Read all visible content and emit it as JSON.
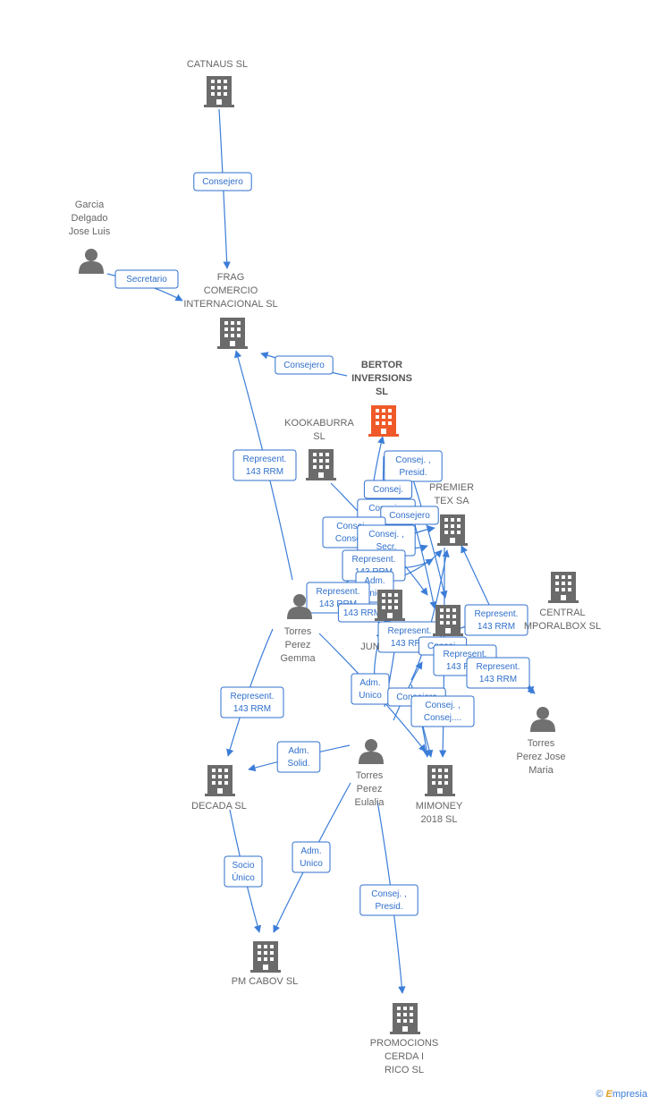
{
  "colors": {
    "edge": "#3b7dd8",
    "company": "#6b6b6b",
    "focus_company": "#f05a28",
    "person": "#707070"
  },
  "nodes": [
    {
      "id": "catnaus",
      "type": "company",
      "label": [
        "CATNAUS SL"
      ]
    },
    {
      "id": "garcia",
      "type": "person",
      "label": [
        "Garcia",
        "Delgado",
        "Jose Luis"
      ]
    },
    {
      "id": "frag",
      "type": "company",
      "label": [
        "FRAG",
        "COMERCIO",
        "INTERNACIONAL SL"
      ]
    },
    {
      "id": "bertor",
      "type": "company",
      "focus": true,
      "label": [
        "BERTOR",
        "INVERSIONS",
        "SL"
      ]
    },
    {
      "id": "kookaburra",
      "type": "company",
      "label": [
        "KOOKABURRA",
        "SL"
      ]
    },
    {
      "id": "premier",
      "type": "company",
      "label": [
        "PREMIER",
        "TEX SA"
      ]
    },
    {
      "id": "central",
      "type": "company",
      "label": [
        "CENTRAL",
        "MPORALBOX SL"
      ]
    },
    {
      "id": "jun",
      "type": "company",
      "label": [
        "JUN"
      ]
    },
    {
      "id": "mid",
      "type": "company",
      "label": []
    },
    {
      "id": "gemma",
      "type": "person",
      "label": [
        "Torres",
        "Perez",
        "Gemma"
      ]
    },
    {
      "id": "josemaria",
      "type": "person",
      "label": [
        "Torres",
        "Perez Jose",
        "Maria"
      ]
    },
    {
      "id": "eulalia",
      "type": "person",
      "label": [
        "Torres",
        "Perez",
        "Eulalia"
      ]
    },
    {
      "id": "decada",
      "type": "company",
      "label": [
        "DECADA SL"
      ]
    },
    {
      "id": "mimoney",
      "type": "company",
      "label": [
        "MIMONEY",
        "2018 SL"
      ]
    },
    {
      "id": "pmcabov",
      "type": "company",
      "label": [
        "PM CABOV SL"
      ]
    },
    {
      "id": "promociones",
      "type": "company",
      "label": [
        "PROMOCIONS",
        "CERDA I",
        "RICO SL"
      ]
    }
  ],
  "edge_labels": [
    [
      "Consejero"
    ],
    [
      "Secretario"
    ],
    [
      "Consejero"
    ],
    [
      "Represent.",
      "143 RRM"
    ],
    [
      "Consej. ,",
      "Presid."
    ],
    [
      "Consej."
    ],
    [
      "Consej. ,",
      "Secr."
    ],
    [
      "Consejero"
    ],
    [
      "Consej. ,",
      "Consej...."
    ],
    [
      "Consej. ,",
      "Secr."
    ],
    [
      "Represent.",
      "143 RRM"
    ],
    [
      "Adm.",
      "Unico"
    ],
    [
      "Represent.",
      "143 RRM"
    ],
    [
      "143 RRM"
    ],
    [
      "Represent.",
      "143 RRM"
    ],
    [
      "Represent.",
      "143 RRM"
    ],
    [
      "Consej."
    ],
    [
      "Represent.",
      "143 RRM"
    ],
    [
      "Represent.",
      "143 RRM"
    ],
    [
      "Adm.",
      "Unico"
    ],
    [
      "Consejero"
    ],
    [
      "Consej. ,",
      "Consej...."
    ],
    [
      "Represent.",
      "143 RRM"
    ],
    [
      "Adm.",
      "Solid."
    ],
    [
      "Socio",
      "Único"
    ],
    [
      "Adm.",
      "Unico"
    ],
    [
      "Consej. ,",
      "Presid."
    ]
  ],
  "brand": {
    "copyright": "©",
    "name_first": "E",
    "name_rest": "mpresia"
  }
}
